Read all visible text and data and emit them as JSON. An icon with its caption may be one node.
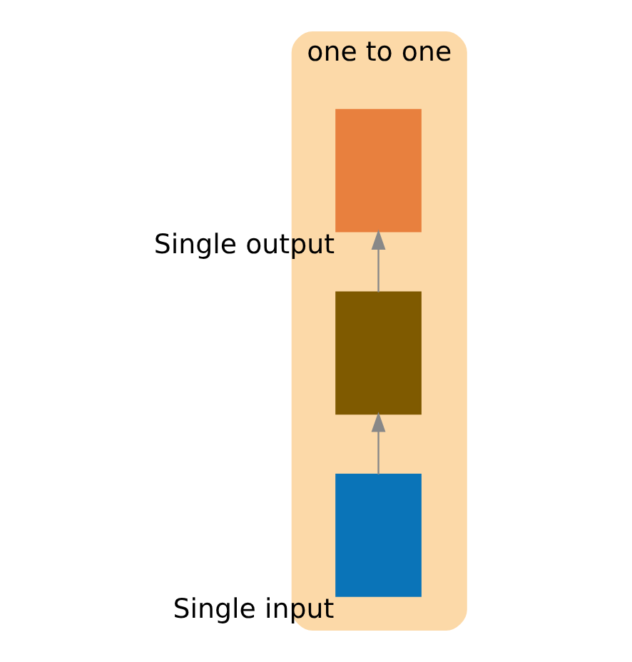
{
  "diagram": {
    "nodes": [
      {
        "text": [
          "one to one"
        ]
      },
      {
        "text": [],
        "shape": "box",
        "in": 0,
        "beside": [
          "Single output"
        ]
      },
      {
        "text": [],
        "shape": "box",
        "in": 0
      },
      {
        "text": [],
        "shape": "box",
        "in": 0,
        "beside": [
          "Single input"
        ]
      }
    ],
    "edges": [
      {
        "from": 3,
        "to": 2,
        "arrow": "to"
      },
      {
        "from": 2,
        "to": 1,
        "arrow": "to"
      }
    ]
  }
}
